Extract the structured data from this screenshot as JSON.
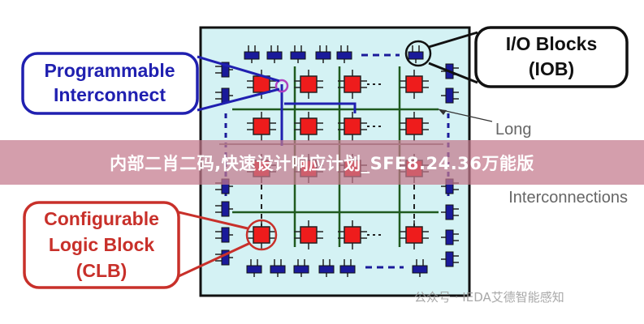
{
  "labels": {
    "interconnect": [
      "Programmable",
      "Interconnect"
    ],
    "iob": [
      "I/O Blocks",
      "(IOB)"
    ],
    "clb": [
      "Configurable",
      "Logic Block",
      "(CLB)"
    ],
    "long": [
      "Long",
      "Interconnections"
    ]
  },
  "banner": "内部二肖二码,快速设计响应计划_SFE8.24.36万能版",
  "watermark": "公众号 · IEDA艾德智能感知",
  "colors": {
    "chip_fill": "#d4f2f4",
    "clb": "#ee1c1c",
    "iob": "#1a1a9a",
    "long_line": "#1f5a1f",
    "interconnect": "#2020b0",
    "clb_label": "#c8302a",
    "pip": "#b040c0"
  }
}
